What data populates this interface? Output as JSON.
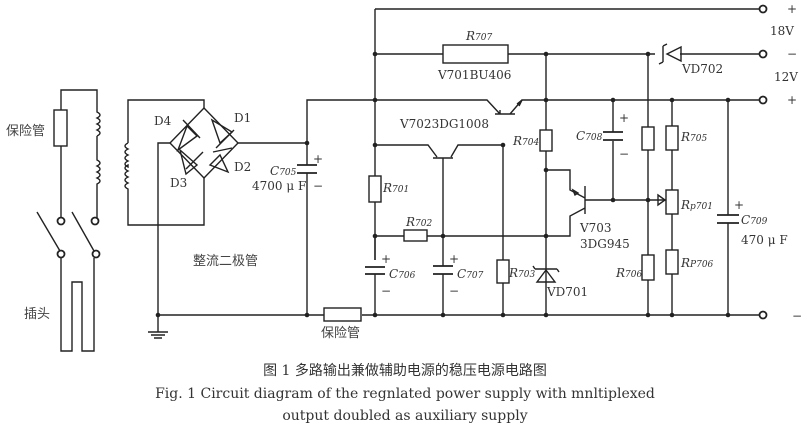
{
  "diagram": {
    "labels": {
      "fuse_left": "保险管",
      "plug": "插头",
      "rectifier": "整流二极管",
      "fuse_bottom": "保险管",
      "d1": "D1",
      "d2": "D2",
      "d3": "D3",
      "d4": "D4",
      "c705_letter": "C",
      "c705_sub": "705",
      "c705_value": "4700 μ F",
      "r707_letter": "R",
      "r707_sub": "707",
      "v701": "V701BU406",
      "v702": "V7023DG1008",
      "r701_letter": "R",
      "r701_sub": "701",
      "r702_letter": "R",
      "r702_sub": "702",
      "r703_letter": "R",
      "r703_sub": "703",
      "r704_letter": "R",
      "r704_sub": "704",
      "r705_letter": "R",
      "r705_sub": "705",
      "r706_letter": "R",
      "r706_sub": "706",
      "rp701_letter": "R",
      "rp701_sub": "p701",
      "rp706_letter": "R",
      "rp706_sub": "P706",
      "c706_letter": "C",
      "c706_sub": "706",
      "c707_letter": "C",
      "c707_sub": "707",
      "c708_letter": "C",
      "c708_sub": "708",
      "c709_letter": "C",
      "c709_sub": "709",
      "c709_value": "470 μ F",
      "v703": "V703",
      "v703_type": "3DG945",
      "vd701": "VD701",
      "vd702": "VD702",
      "out_18v": "18V",
      "out_12v": "12V",
      "plus": "+",
      "minus": "−"
    }
  },
  "caption": {
    "cn": "图 1   多路输出兼做辅助电源的稳压电源电路图",
    "en_line1": "Fig. 1   Circuit diagram of the regnlated power supply with mnltiplexed",
    "en_line2": "output doubled as auxiliary supply"
  }
}
